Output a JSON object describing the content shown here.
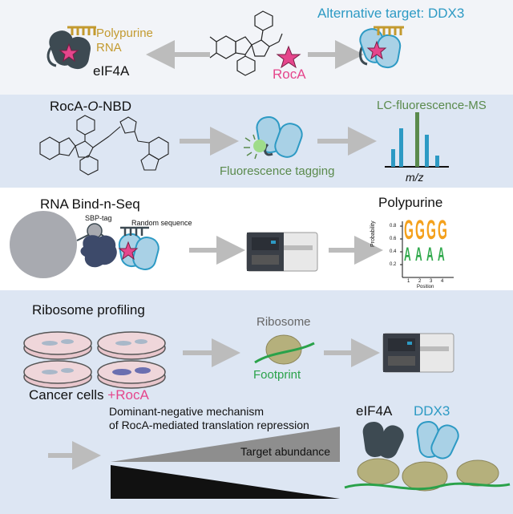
{
  "colors": {
    "band_top": "#f2f4f8",
    "band_blue": "#dde6f3",
    "band_white": "#ffffff",
    "dark_protein": "#3d4a52",
    "light_protein": "#a9d1e6",
    "light_protein_stroke": "#2d9ac4",
    "rna_gold": "#c39a2f",
    "rocA_pink": "#e5468c",
    "green_fluor": "#5a8a4c",
    "arrow_gray": "#bcbcbc",
    "ribosome": "#b5b07c",
    "footprint_green": "#2aa24a",
    "logo_orange": "#f4a11d",
    "logo_green": "#2ea84a",
    "logo_red": "#d62828",
    "logo_blue": "#3a5ba8",
    "bar_blue": "#2d9ac4"
  },
  "section1": {
    "polypurine_label": "Polypurine",
    "rna_label": "RNA",
    "eif4a_label": "eIF4A",
    "roca_label": "RocA",
    "alt_target_label": "Alternative target: DDX3"
  },
  "section2": {
    "probe_label_prefix": "RocA-",
    "probe_label_italic": "O",
    "probe_label_suffix": "-NBD",
    "fluorescence_label": "Fluorescence tagging",
    "lcms_label": "LC-fluorescence-MS",
    "mz_label": "m/z"
  },
  "section3": {
    "title": "RNA Bind-n-Seq",
    "sbp_tag_label": "SBP-tag",
    "random_seq_label": "Random sequence",
    "polypurine_title": "Polypurine",
    "logo": {
      "y_axis_label": "Probability",
      "x_axis_label": "Position",
      "y_ticks": [
        "0.8",
        "0.6",
        "0.4",
        "0.2"
      ],
      "x_ticks": [
        "1",
        "2",
        "3",
        "4"
      ],
      "top_letters": [
        "G",
        "G",
        "G",
        "G"
      ],
      "bottom_letters": [
        "A",
        "A",
        "A",
        "A"
      ]
    }
  },
  "section4": {
    "title": "Ribosome profiling",
    "cancer_cells_label": "Cancer cells",
    "plus_roca_label": "+RocA",
    "ribosome_label": "Ribosome",
    "footprint_label": "Footprint",
    "mechanism_line1": "Dominant-negative mechanism",
    "mechanism_line2": "of RocA-mediated translation repression",
    "target_abundance_label": "Target abundance",
    "eif4a_label": "eIF4A",
    "ddx3_label": "DDX3"
  }
}
